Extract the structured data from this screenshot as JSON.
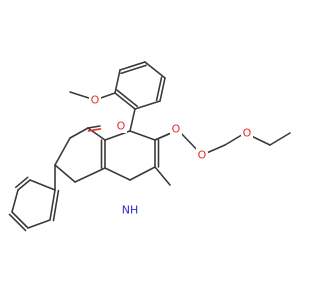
{
  "colors": {
    "bond": "#3a3a3a",
    "oxygen": "#e03030",
    "nitrogen": "#2a2ad0",
    "background": "#ffffff"
  },
  "labels": {
    "methoxy_o": "O",
    "ketone_o": "O",
    "ester_carbonyl_o": "O",
    "ester_ether_o": "O",
    "ethoxy_o": "O",
    "amine_nh": "NH"
  }
}
